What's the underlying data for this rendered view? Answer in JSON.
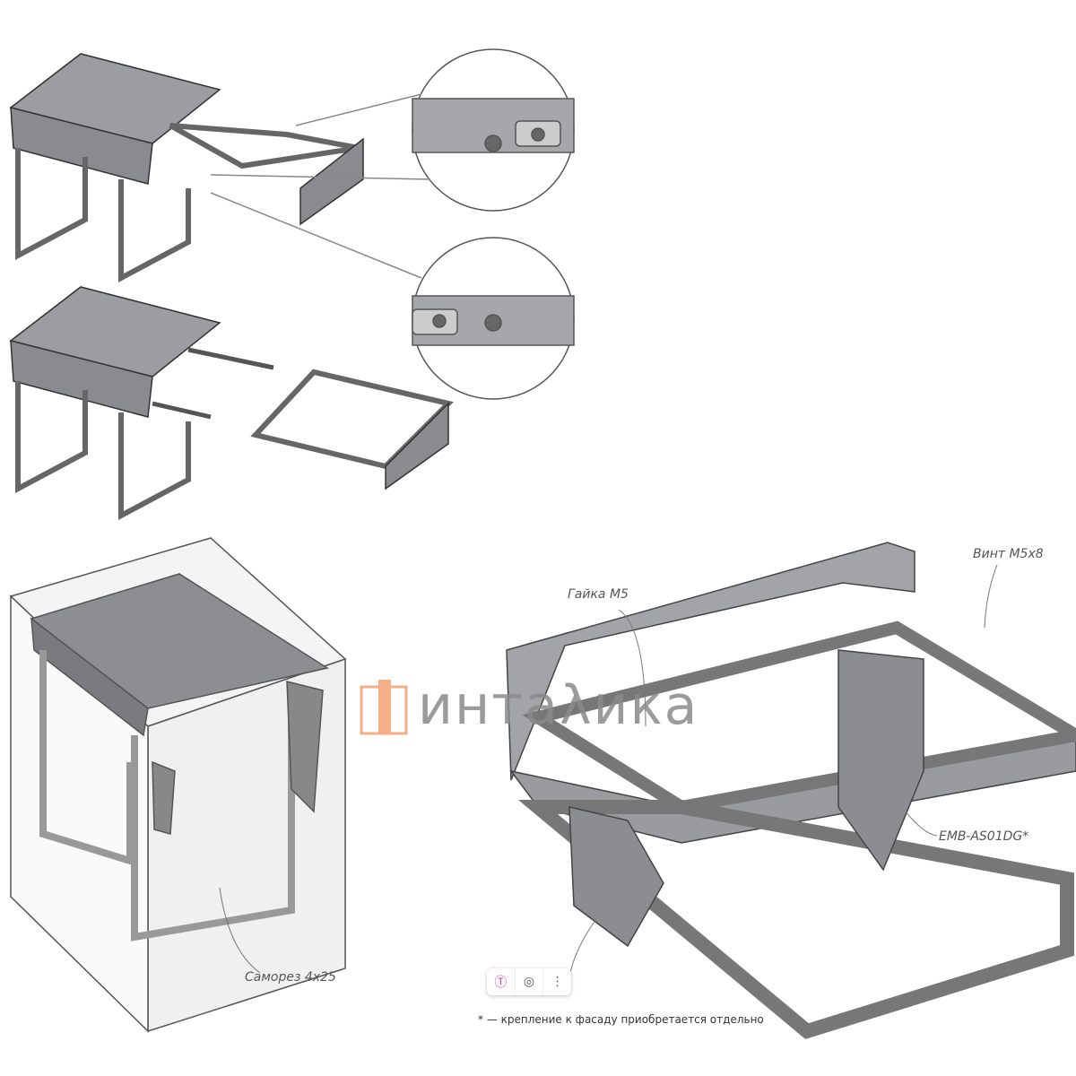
{
  "labels": {
    "nut": "Гайка M5",
    "screw": "Винт M5x8",
    "bracket": "EMB-AS01DG*",
    "self_tapping_screw": "Саморез 4x25"
  },
  "footnote": "* — крепление к фасаду приобретается отдельно",
  "watermark": {
    "logo_text": "интаλика",
    "accent": "#f4a070"
  },
  "toolbar": {
    "icons": [
      "text-select-icon",
      "lens-icon",
      "more-vert-icon"
    ],
    "more_glyph": "⋮"
  },
  "colors": {
    "metal": "#7d7d80",
    "metal_light": "#b7b8bb",
    "line": "#333333"
  }
}
